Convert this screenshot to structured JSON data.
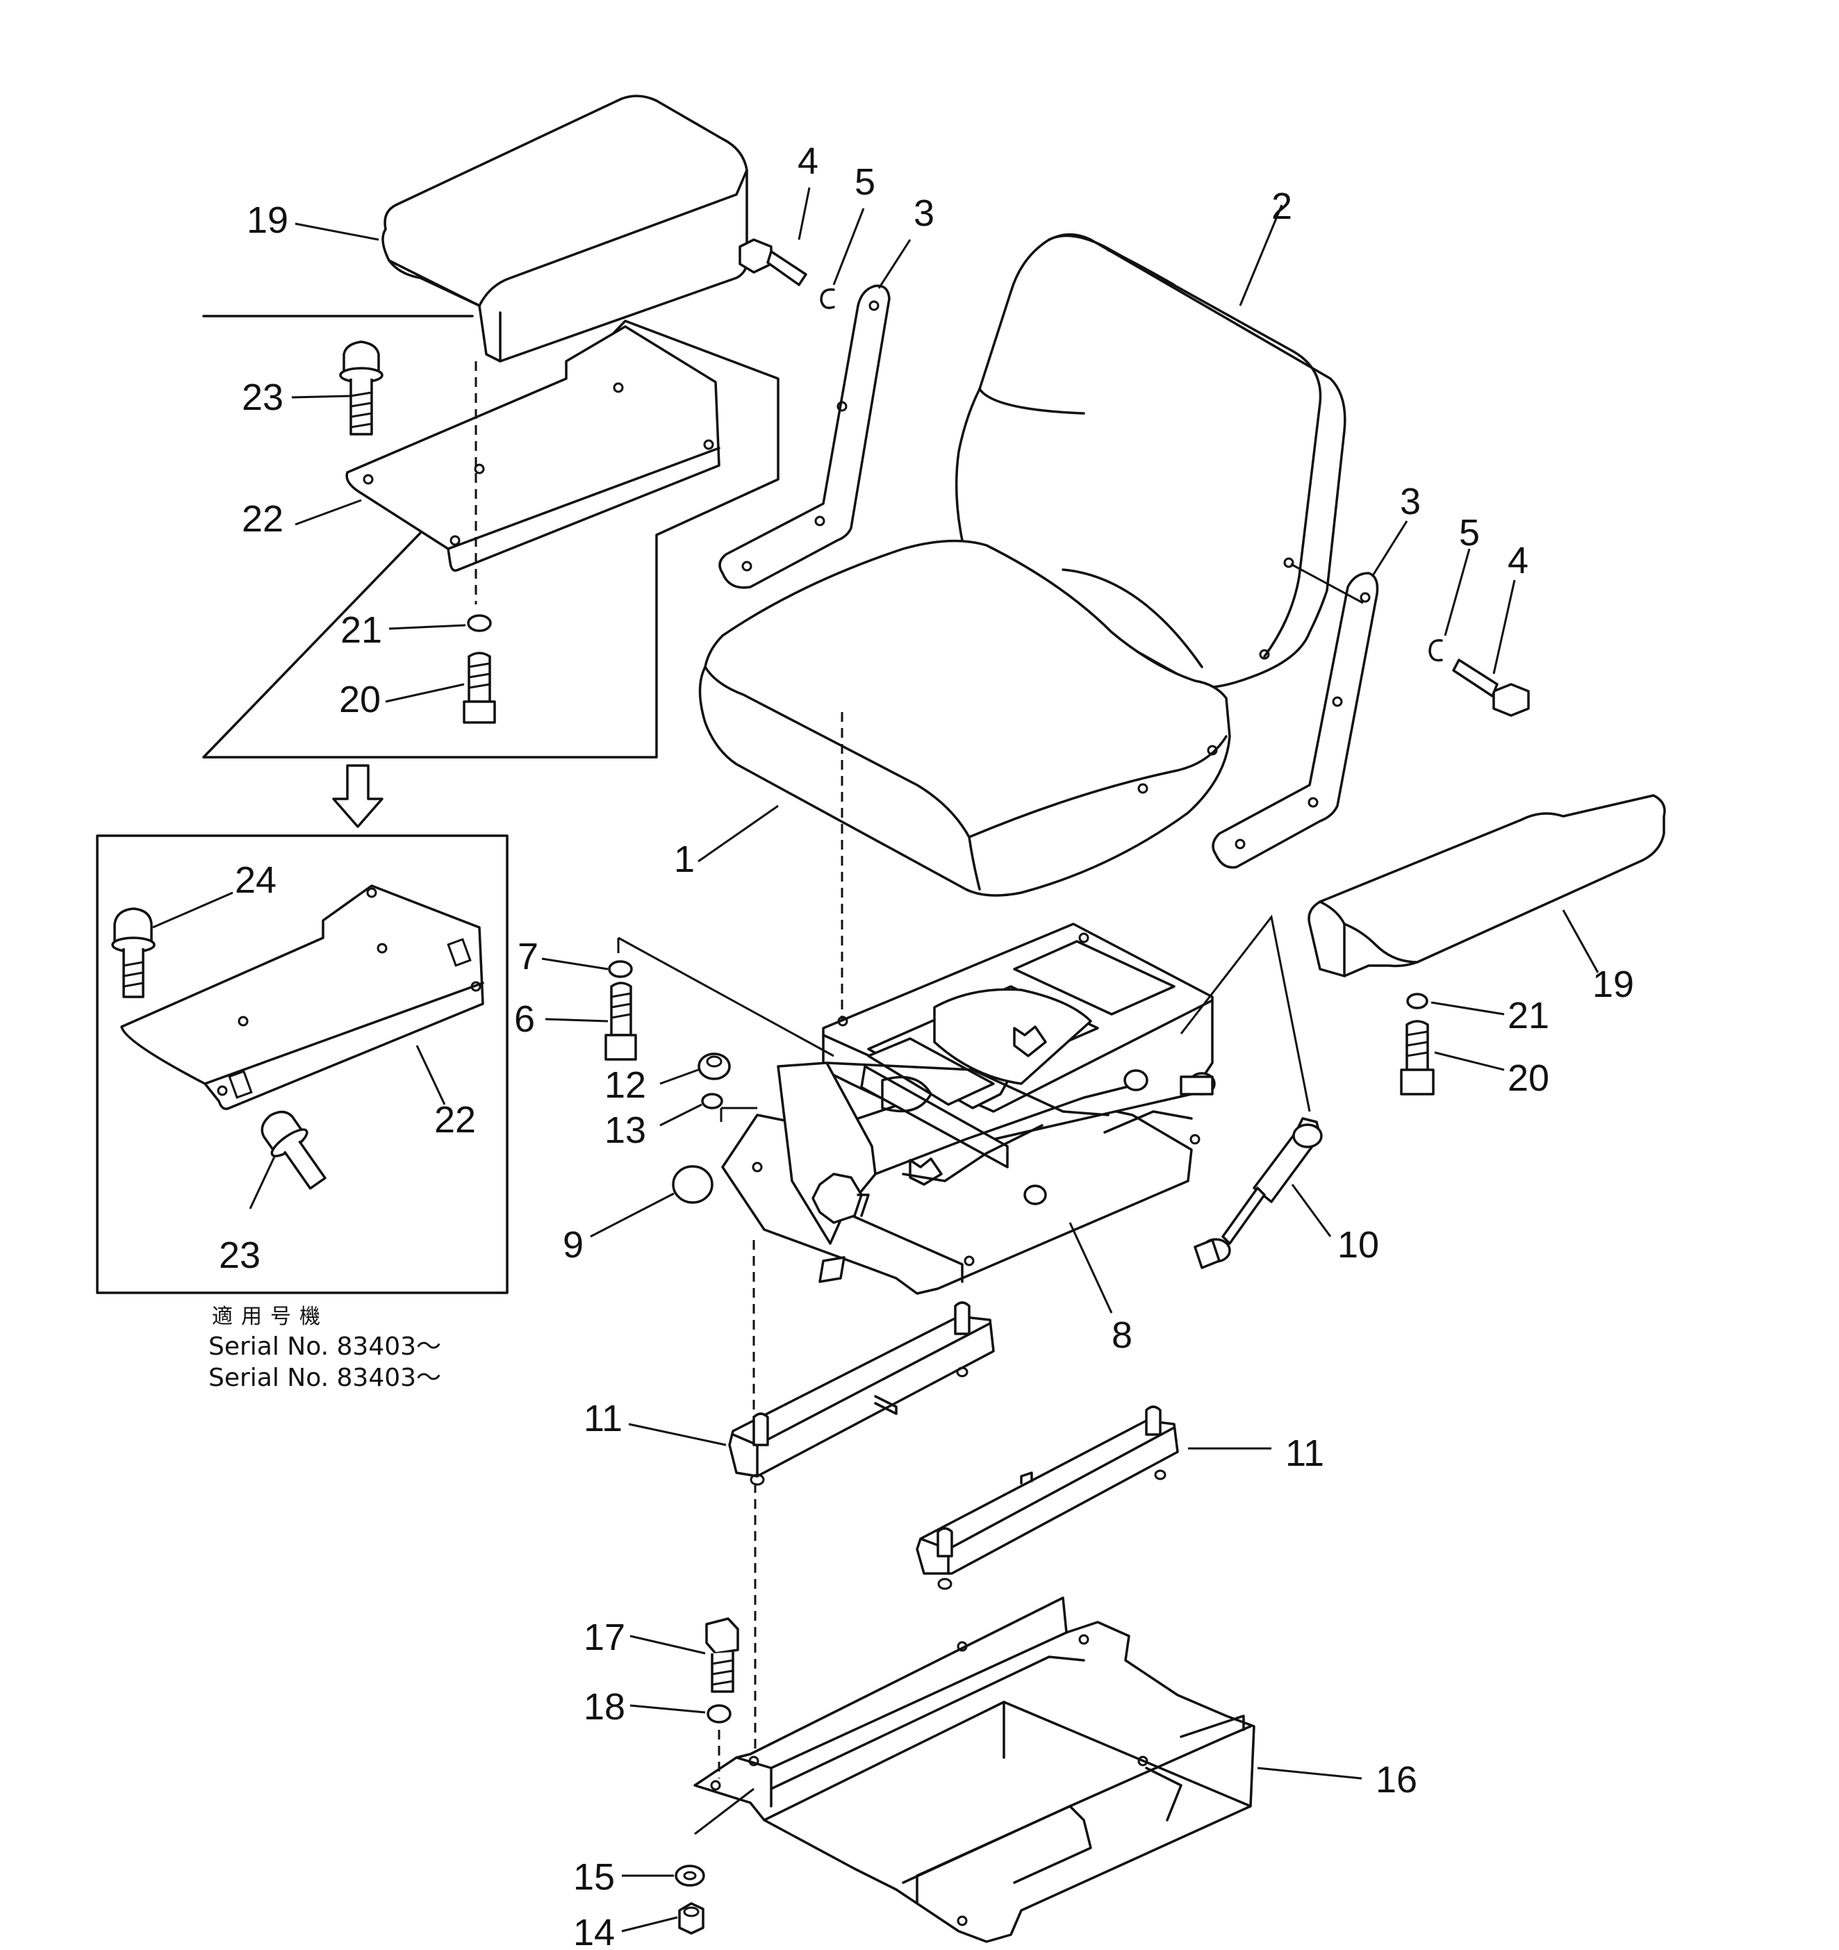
{
  "callouts": [
    "1",
    "2",
    "3",
    "3",
    "4",
    "4",
    "5",
    "5",
    "6",
    "7",
    "8",
    "9",
    "10",
    "11",
    "11",
    "12",
    "13",
    "14",
    "15",
    "16",
    "17",
    "18",
    "19",
    "19",
    "20",
    "20",
    "21",
    "21",
    "22",
    "22",
    "23",
    "23",
    "24"
  ],
  "note": {
    "kanji": "適用号機",
    "line1": "Serial No. 83403～",
    "line2": "Serial No. 83403～"
  }
}
